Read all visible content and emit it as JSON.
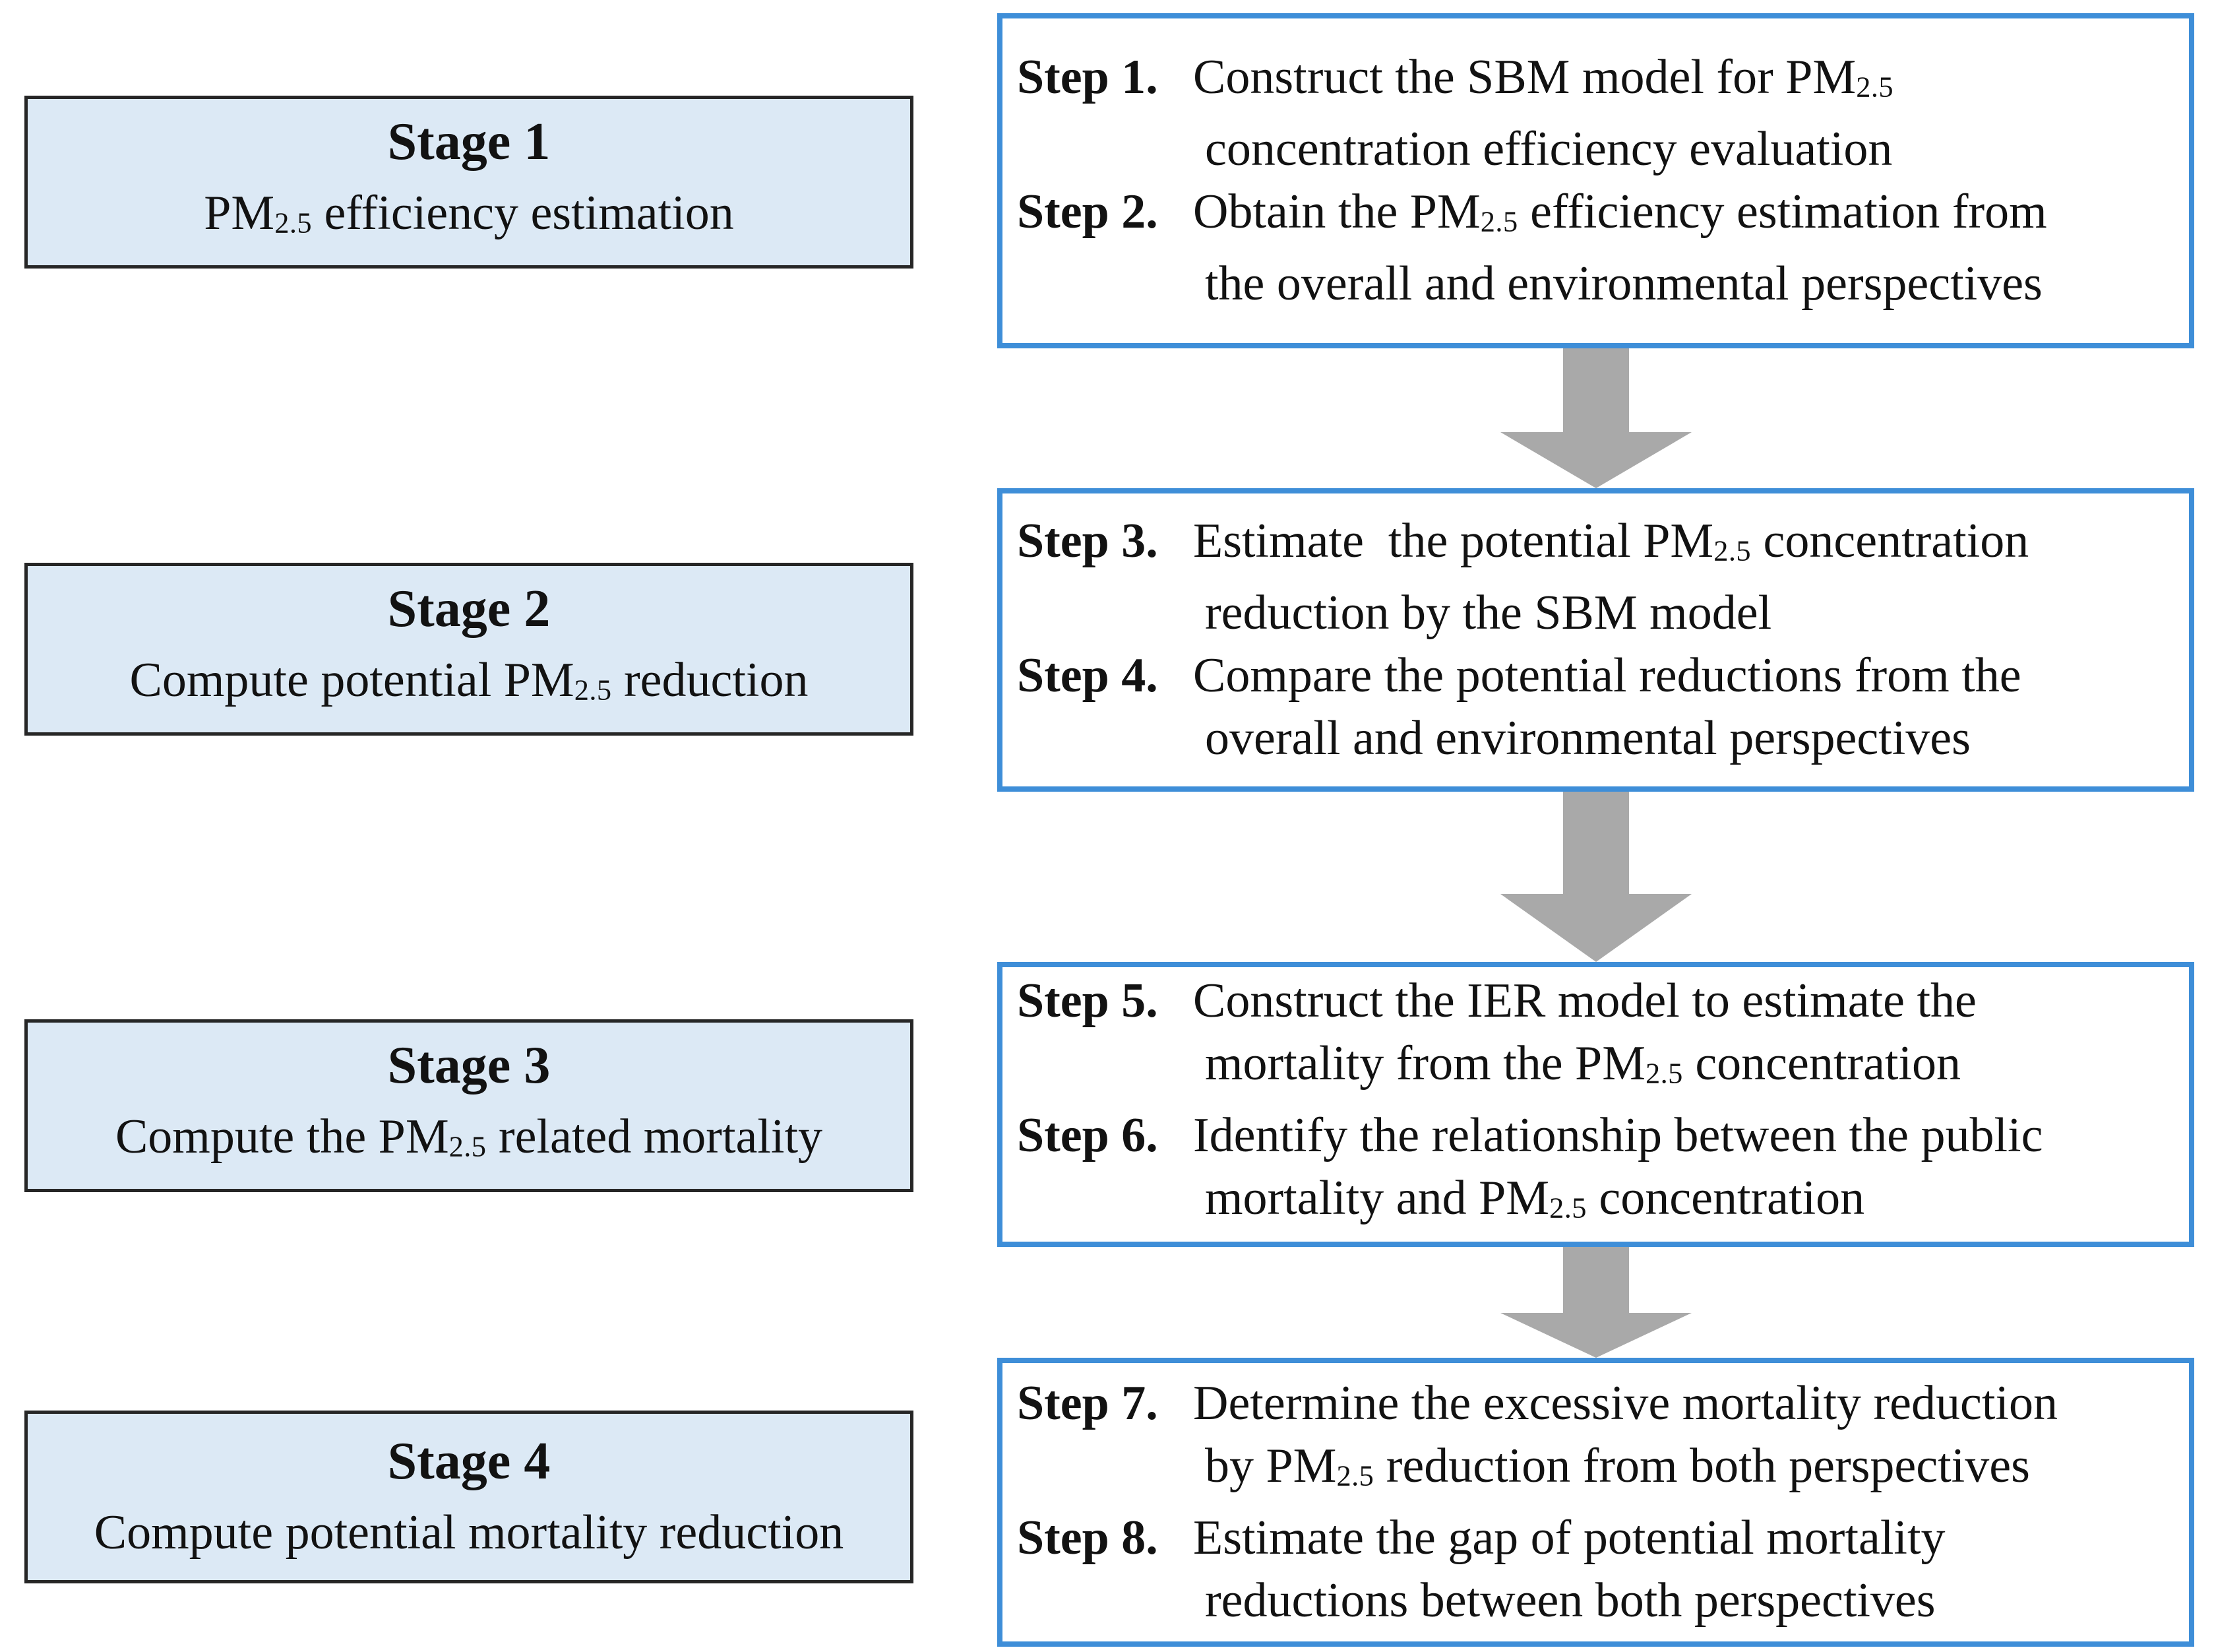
{
  "diagram": {
    "colors": {
      "stage_fill": "#dce9f5",
      "stage_border": "#262626",
      "step_border": "#3e8ed8",
      "arrow": "#a9a9a9",
      "text": "#121212",
      "background": "#ffffff"
    },
    "stages": [
      {
        "title": "Stage 1",
        "description": [
          {
            "text": "PM"
          },
          {
            "text": "2.5",
            "sub": true
          },
          {
            "text": " efficiency estimation"
          }
        ]
      },
      {
        "title": "Stage 2",
        "description": [
          {
            "text": "Compute potential PM"
          },
          {
            "text": "2.5",
            "sub": true
          },
          {
            "text": " reduction"
          }
        ]
      },
      {
        "title": "Stage 3",
        "description": [
          {
            "text": "Compute the PM"
          },
          {
            "text": "2.5",
            "sub": true
          },
          {
            "text": " related mortality"
          }
        ]
      },
      {
        "title": "Stage 4",
        "description": [
          {
            "text": "Compute potential mortality reduction"
          }
        ]
      }
    ],
    "step_boxes": [
      {
        "steps": [
          {
            "label": "Step 1.",
            "line1": [
              {
                "text": "Construct the SBM model for PM"
              },
              {
                "text": "2.5",
                "sub": true
              }
            ],
            "line2": [
              {
                "text": "concentration efficiency evaluation"
              }
            ]
          },
          {
            "label": "Step 2.",
            "line1": [
              {
                "text": "Obtain the PM"
              },
              {
                "text": "2.5",
                "sub": true
              },
              {
                "text": " efficiency estimation from"
              }
            ],
            "line2": [
              {
                "text": "the overall and environmental perspectives"
              }
            ]
          }
        ]
      },
      {
        "steps": [
          {
            "label": "Step 3.",
            "line1": [
              {
                "text": "Estimate  the potential PM"
              },
              {
                "text": "2.5",
                "sub": true
              },
              {
                "text": " concentration"
              }
            ],
            "line2": [
              {
                "text": "reduction by the SBM model"
              }
            ]
          },
          {
            "label": "Step 4.",
            "line1": [
              {
                "text": "Compare the potential reductions from the"
              }
            ],
            "line2": [
              {
                "text": "overall and environmental perspectives"
              }
            ]
          }
        ]
      },
      {
        "steps": [
          {
            "label": "Step 5.",
            "line1": [
              {
                "text": "Construct the IER model to estimate the"
              }
            ],
            "line2": [
              {
                "text": "mortality from the PM"
              },
              {
                "text": "2.5",
                "sub": true
              },
              {
                "text": " concentration"
              }
            ]
          },
          {
            "label": "Step 6.",
            "line1": [
              {
                "text": "Identify the relationship between the public"
              }
            ],
            "line2": [
              {
                "text": "mortality and PM"
              },
              {
                "text": "2.5",
                "sub": true
              },
              {
                "text": " concentration"
              }
            ]
          }
        ]
      },
      {
        "steps": [
          {
            "label": "Step 7.",
            "line1": [
              {
                "text": "Determine the excessive mortality reduction"
              }
            ],
            "line2": [
              {
                "text": "by PM"
              },
              {
                "text": "2.5",
                "sub": true
              },
              {
                "text": " reduction from both perspectives"
              }
            ]
          },
          {
            "label": "Step 8.",
            "line1": [
              {
                "text": "Estimate the gap of potential mortality"
              }
            ],
            "line2": [
              {
                "text": "reductions between both perspectives"
              }
            ]
          }
        ]
      }
    ]
  }
}
